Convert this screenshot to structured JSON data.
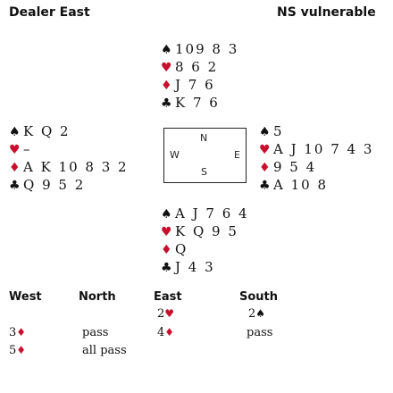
{
  "header": {
    "dealer": "Dealer East",
    "vulnerability": "NS vulnerable"
  },
  "colors": {
    "red": "#c8102e",
    "black": "#111111"
  },
  "icons": {
    "spade": "♠",
    "heart": "♥",
    "diamond": "♦",
    "club": "♣"
  },
  "hands": {
    "north": {
      "spades": "109 8 3",
      "hearts": "8 6 2",
      "diamonds": "J 7 6",
      "clubs": "K 7 6"
    },
    "west": {
      "spades": "K Q 2",
      "hearts": "–",
      "diamonds": "A K 10 8 3 2",
      "clubs": "Q 9 5 2"
    },
    "east": {
      "spades": "5",
      "hearts": "A J 10 7 4 3",
      "diamonds": "9 5 4",
      "clubs": "A 10 8"
    },
    "south": {
      "spades": "A J 7 6 4",
      "hearts": "K Q 9 5",
      "diamonds": "Q",
      "clubs": "J 4 3"
    }
  },
  "compass": {
    "n": "N",
    "w": "W",
    "e": "E",
    "s": "S"
  },
  "auction": {
    "headers": [
      "West",
      "North",
      "East",
      "South"
    ],
    "row1": {
      "east_level": "2",
      "south_level": "2"
    },
    "row2": {
      "west_level": "3",
      "north": "pass",
      "east_level": "4",
      "south": "pass"
    },
    "row3": {
      "west_level": "5",
      "north": "all pass"
    }
  }
}
